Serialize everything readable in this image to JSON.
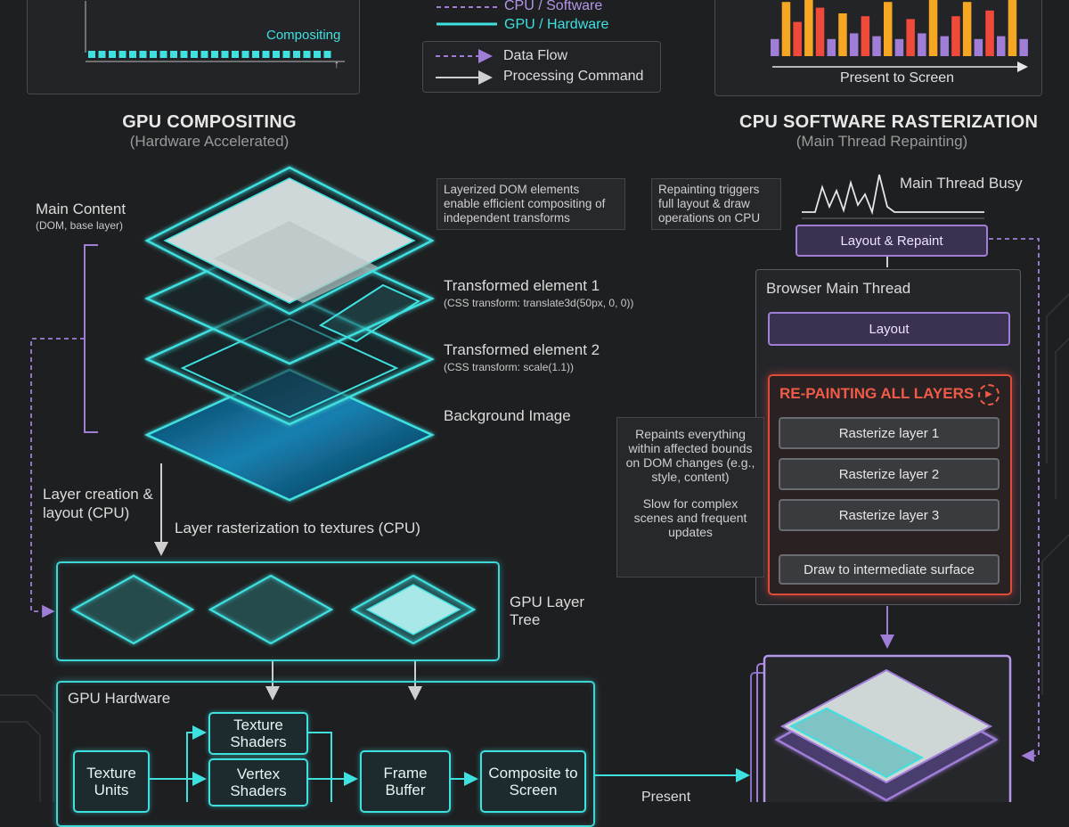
{
  "legend": {
    "cpu_software": "CPU / Software",
    "gpu_hardware": "GPU / Hardware",
    "data_flow": "Data Flow",
    "processing_command": "Processing Command"
  },
  "top_left_chart": {
    "label": "Compositing",
    "note": "frame timings stay low and even"
  },
  "top_right_chart": {
    "label": "Present to Screen",
    "bars": [
      {
        "v": 0.3,
        "c": "purple"
      },
      {
        "v": 0.95,
        "c": "orange"
      },
      {
        "v": 0.6,
        "c": "red"
      },
      {
        "v": 1.0,
        "c": "orange"
      },
      {
        "v": 0.85,
        "c": "red"
      },
      {
        "v": 0.3,
        "c": "purple"
      },
      {
        "v": 0.75,
        "c": "orange"
      },
      {
        "v": 0.4,
        "c": "purple"
      },
      {
        "v": 0.7,
        "c": "red"
      },
      {
        "v": 0.35,
        "c": "purple"
      },
      {
        "v": 0.95,
        "c": "orange"
      },
      {
        "v": 0.3,
        "c": "purple"
      },
      {
        "v": 0.65,
        "c": "red"
      },
      {
        "v": 0.4,
        "c": "purple"
      },
      {
        "v": 1.0,
        "c": "orange"
      },
      {
        "v": 0.35,
        "c": "purple"
      },
      {
        "v": 0.7,
        "c": "red"
      },
      {
        "v": 0.95,
        "c": "orange"
      },
      {
        "v": 0.3,
        "c": "purple"
      },
      {
        "v": 0.8,
        "c": "red"
      },
      {
        "v": 0.35,
        "c": "purple"
      },
      {
        "v": 1.0,
        "c": "orange"
      },
      {
        "v": 0.3,
        "c": "purple"
      }
    ]
  },
  "colors": {
    "cyan": "#3fe0e0",
    "purple": "#a07ed8",
    "orange": "#f5a623",
    "red": "#f04a3a"
  },
  "gpu_section": {
    "title": "GPU COMPOSITING",
    "subtitle": "(Hardware Accelerated)",
    "main_content_label": "Main Content",
    "main_content_sub": "(DOM, base layer)",
    "note": "Layerized DOM elements enable efficient compositing of independent transforms",
    "transformed1": "Transformed element 1",
    "transformed1_sub": "(CSS transform: translate3d(50px, 0, 0))",
    "transformed2": "Transformed element 2",
    "transformed2_sub": "(CSS transform: scale(1.1))",
    "background_image": "Background Image",
    "layer_creation": "Layer creation & layout (CPU)",
    "layer_raster": "Layer rasterization to textures (CPU)",
    "layer_tree": "GPU Layer Tree",
    "hardware": "GPU Hardware",
    "texture_units": "Texture Units",
    "texture_shaders": "Texture Shaders",
    "vertex_shaders": "Vertex Shaders",
    "frame_buffer": "Frame Buffer",
    "composite": "Composite to Screen",
    "present": "Present"
  },
  "cpu_section": {
    "title": "CPU SOFTWARE RASTERIZATION",
    "subtitle": "(Main Thread Repainting)",
    "note_top": "Repainting triggers full layout & draw operations on CPU",
    "busy": "Main Thread Busy",
    "layout_repaint": "Layout & Repaint",
    "browser_main": "Browser Main Thread",
    "layout": "Layout",
    "repainting": "RE-PAINTING ALL LAYERS",
    "raster1": "Rasterize layer 1",
    "raster2": "Rasterize layer 2",
    "raster3": "Rasterize layer 3",
    "draw": "Draw to intermediate surface",
    "note_side_1": "Repaints everything within affected bounds on DOM changes (e.g., style, content)",
    "note_side_2": "Slow for complex scenes and frequent updates"
  }
}
